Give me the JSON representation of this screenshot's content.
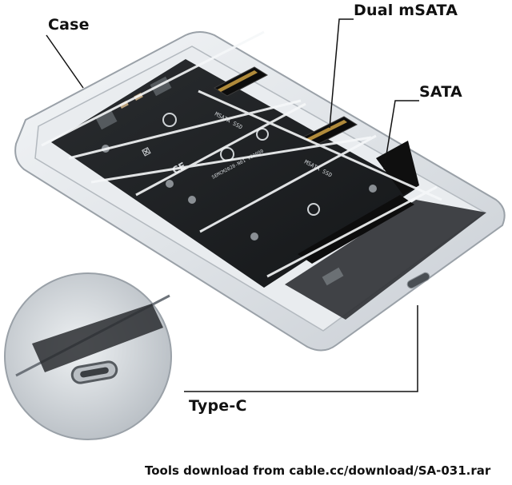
{
  "labels": {
    "case": "Case",
    "dual_msata": "Dual mSATA",
    "sata": "SATA",
    "type_c": "Type-C"
  },
  "footer": {
    "text": "Tools download from cable.cc/download/SA-031.rar"
  },
  "board_markings": {
    "slot1": "MSATA SSD",
    "slot2": "MSATA SSD",
    "model": "SEMCM2028-N01 V20090"
  }
}
